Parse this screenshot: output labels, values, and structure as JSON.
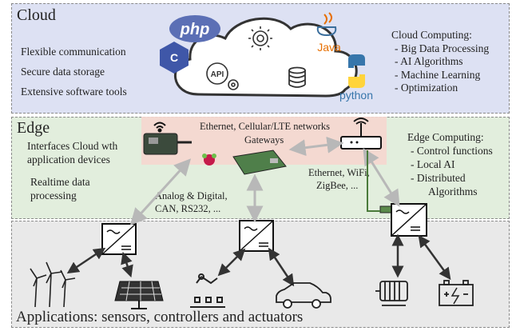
{
  "cloud": {
    "title": "Cloud",
    "features": [
      "Flexible communication",
      "Secure data storage",
      "Extensive software tools"
    ],
    "computing_title": "Cloud Computing:",
    "computing_items": [
      "- Big Data Processing",
      "- AI Algorithms",
      "- Machine Learning",
      "- Optimization"
    ],
    "logos": {
      "php": "php",
      "java": "Java",
      "python": "python",
      "api": "API"
    }
  },
  "edge": {
    "title": "Edge",
    "interfaces_text": [
      "Interfaces Cloud wth",
      "application devices"
    ],
    "realtime_text": [
      "Realtime data",
      "processing"
    ],
    "networks_text": "Ethernet, Cellular/LTE networks",
    "gateways_text": "Gateways",
    "protocols_left": [
      "Analog & Digital,",
      "CAN, RS232, ..."
    ],
    "protocols_right": [
      "Ethernet, WiFi,",
      "ZigBee, ..."
    ],
    "computing_title": "Edge Computing:",
    "computing_items": [
      "- Control functions",
      "- Local AI",
      "- Distributed",
      "Algorithms"
    ]
  },
  "applications": {
    "title": "Applications: sensors, controllers and actuators",
    "icons": [
      "wind-turbine-icon",
      "solar-panel-icon",
      "robot-arm-icon",
      "car-icon",
      "motor-icon",
      "battery-icon"
    ]
  },
  "colors": {
    "cloud_bg": "#dde1f3",
    "edge_bg": "#e2eedd",
    "app_bg": "#e9e9e9",
    "gateway_band": "#f6d6cf",
    "php": "#5b6fb5",
    "java": "#e76f00",
    "python_blue": "#3776ab",
    "python_yellow": "#ffd43b"
  }
}
